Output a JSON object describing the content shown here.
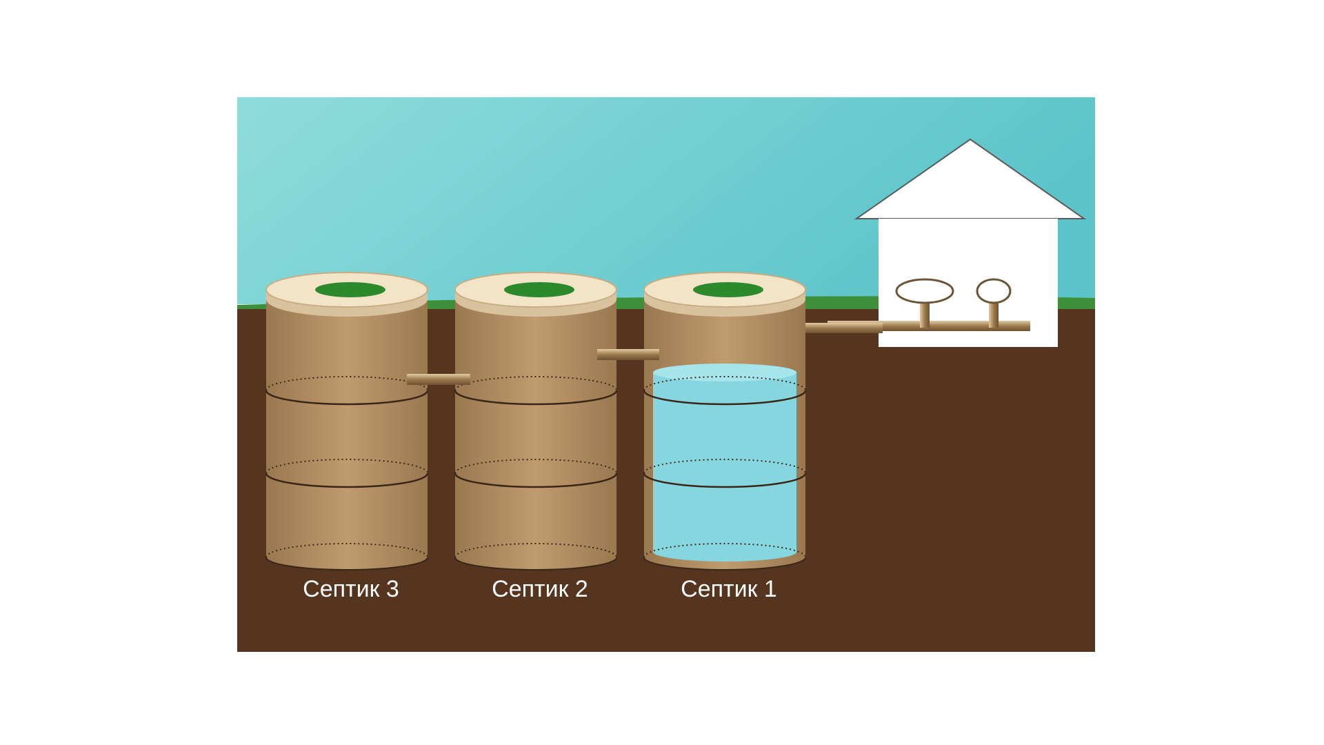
{
  "diagram": {
    "tanks": [
      {
        "id": "tank-3",
        "label": "Септик 3",
        "contains_water": false
      },
      {
        "id": "tank-2",
        "label": "Септик 2",
        "contains_water": false
      },
      {
        "id": "tank-1",
        "label": "Септик 1",
        "contains_water": true
      }
    ],
    "colors": {
      "sky_light": "#8fdcdc",
      "sky_dark": "#5cc4c9",
      "grass": "#3f8f3a",
      "soil": "#55351f",
      "tank_body": "#b08d62",
      "tank_lid": "#f3e3c7",
      "lid_hatch": "#2d8a2c",
      "pipe": "#b18b5e",
      "water": "#86d6e0",
      "house_wall": "#ffffff",
      "label_text": "#ffffff"
    }
  }
}
